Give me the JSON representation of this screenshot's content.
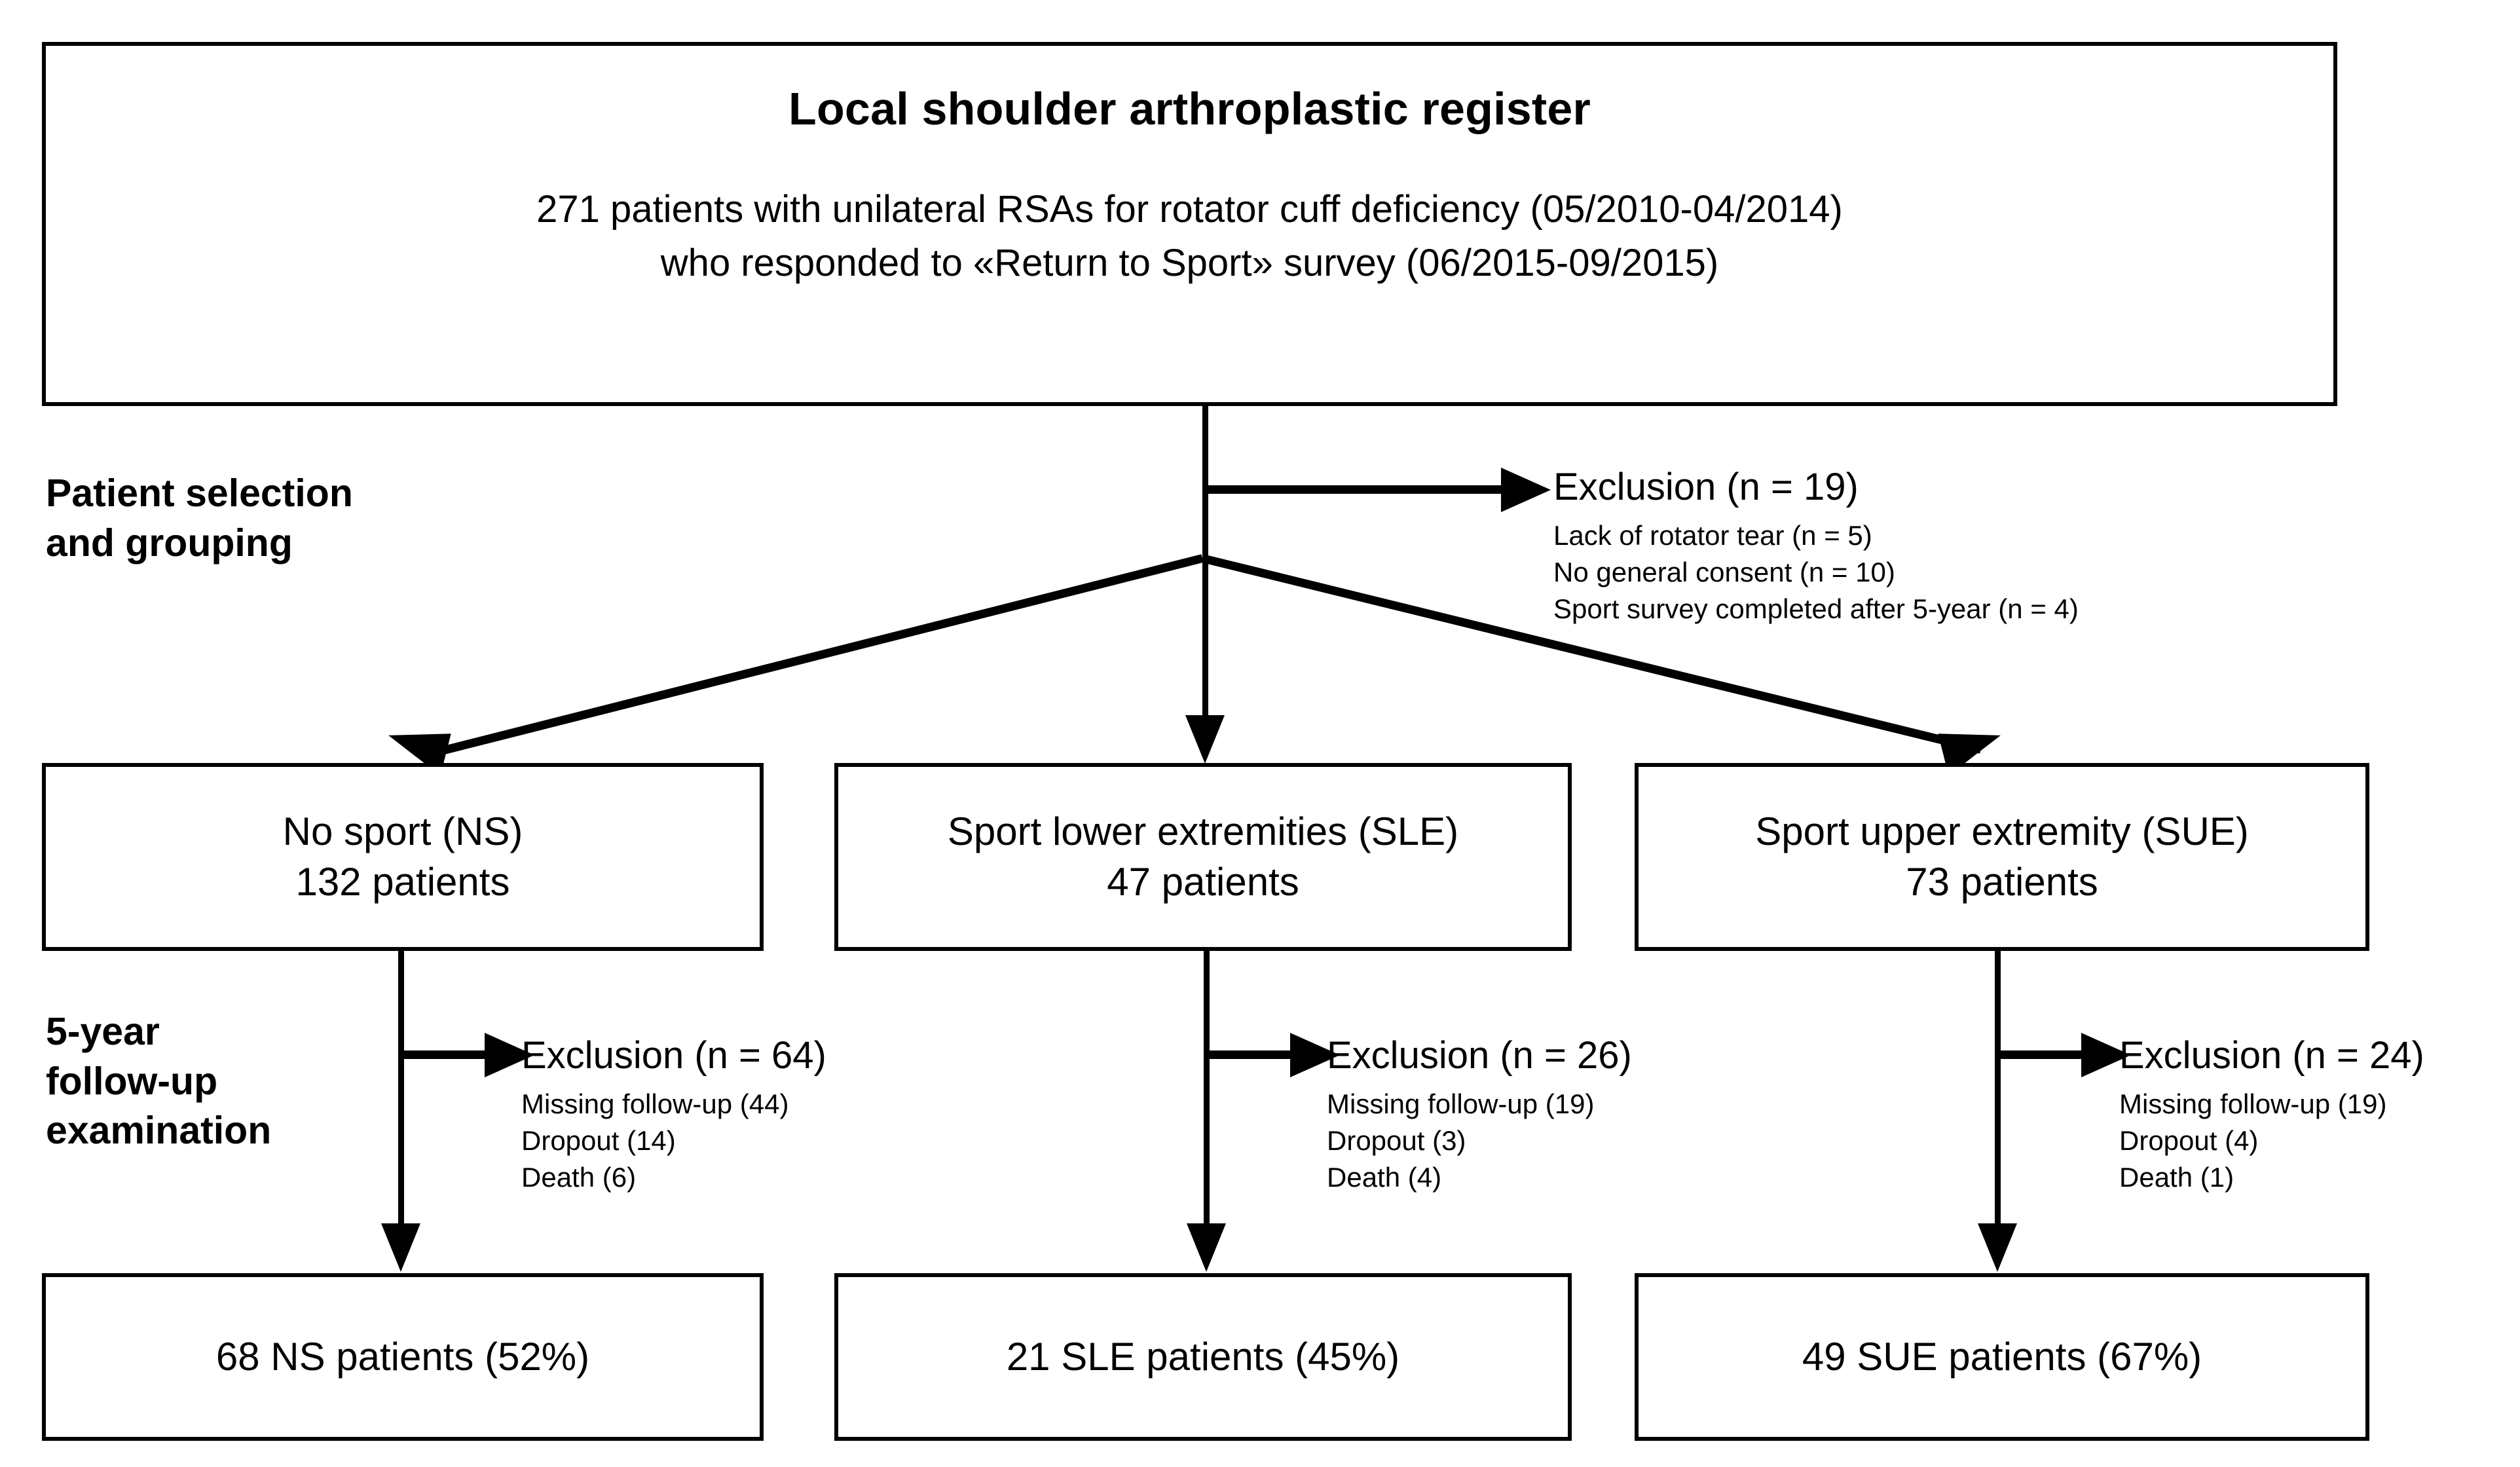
{
  "register": {
    "title": "Local shoulder arthroplastic register",
    "line1": "271 patients with unilateral RSAs for rotator cuff deficiency (05/2010-04/2014)",
    "line2": "who responded to «Return to Sport» survey (06/2015-09/2015)"
  },
  "sections": {
    "selection": "Patient selection\nand grouping",
    "followup": "5-year\nfollow-up\nexamination"
  },
  "exclusion_top": {
    "heading": "Exclusion (n = 19)",
    "items": [
      "Lack of rotator tear (n = 5)",
      "No general consent (n = 10)",
      "Sport survey completed after 5-year (n = 4)"
    ]
  },
  "groups": [
    {
      "name": "No sport (NS)",
      "patients": "132 patients"
    },
    {
      "name": "Sport lower extremities (SLE)",
      "patients": "47 patients"
    },
    {
      "name": "Sport upper extremity (SUE)",
      "patients": "73 patients"
    }
  ],
  "exclusions_followup": [
    {
      "heading": "Exclusion (n = 64)",
      "items": [
        "Missing follow-up (44)",
        "Dropout (14)",
        "Death (6)"
      ]
    },
    {
      "heading": "Exclusion (n = 26)",
      "items": [
        "Missing follow-up (19)",
        "Dropout (3)",
        "Death (4)"
      ]
    },
    {
      "heading": "Exclusion (n = 24)",
      "items": [
        "Missing follow-up (19)",
        "Dropout (4)",
        "Death (1)"
      ]
    }
  ],
  "results": [
    "68 NS patients (52%)",
    "21 SLE patients (45%)",
    "49 SUE patients (67%)"
  ],
  "colors": {
    "line": "#000000",
    "background": "#ffffff",
    "text": "#000000"
  }
}
